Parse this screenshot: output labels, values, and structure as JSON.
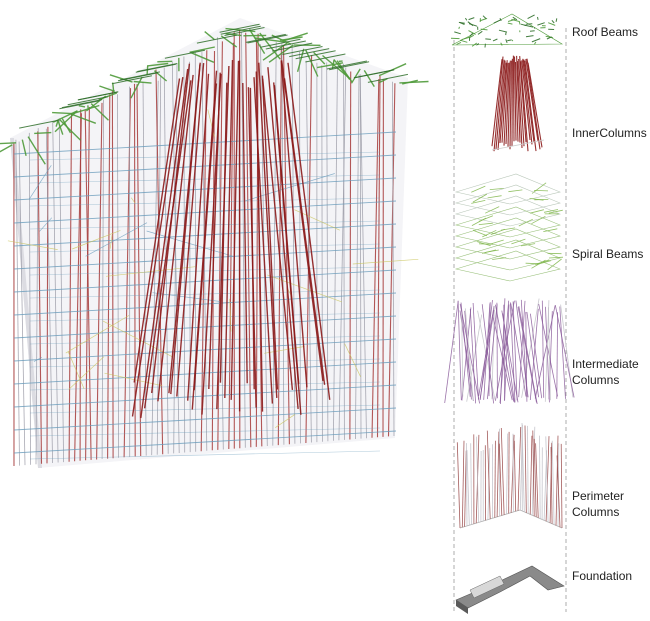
{
  "layers": [
    {
      "key": "roof",
      "lines": [
        "Roof Beams"
      ],
      "color": "#4f9a3a",
      "icon": "roof-beams-icon"
    },
    {
      "key": "inner",
      "lines": [
        "InnerColumns"
      ],
      "color": "#8b1a1a",
      "icon": "inner-columns-icon"
    },
    {
      "key": "spiral",
      "lines": [
        "Spiral Beams"
      ],
      "color": "#7fb64a",
      "icon": "spiral-beams-icon"
    },
    {
      "key": "intermediate",
      "lines": [
        "Intermediate",
        "Columns"
      ],
      "color": "#8a5a9a",
      "icon": "intermediate-columns-icon"
    },
    {
      "key": "perimeter",
      "lines": [
        "Perimeter",
        "Columns"
      ],
      "color": "#9a4a4a",
      "icon": "perimeter-columns-icon"
    },
    {
      "key": "foundation",
      "lines": [
        "Foundation"
      ],
      "color": "#6a6a6a",
      "icon": "foundation-icon"
    }
  ],
  "palette": {
    "beam_blue": "#6a9cbc",
    "beam_yellow": "#c9c45a",
    "column_grey": "#9a9aa6",
    "guide_dash": "#999999"
  }
}
